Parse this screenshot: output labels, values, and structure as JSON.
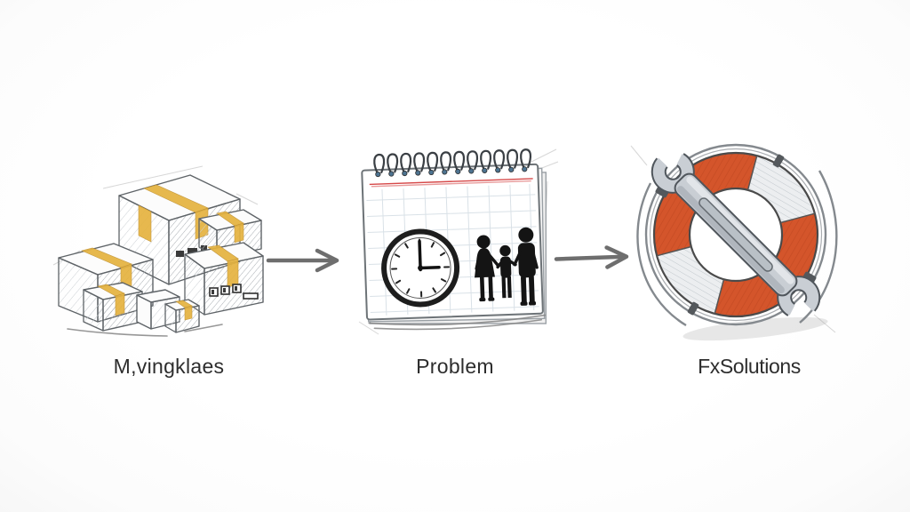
{
  "figure": {
    "steps": [
      {
        "label": "M,vingklaes",
        "illustration": "moving-boxes-sketch",
        "description": "pile of sketched cardboard boxes sealed with amber packing tape",
        "box_count": 7
      },
      {
        "label": "Problem",
        "illustration": "calendar-clock-family-sketch",
        "description": "spiral-bound calendar page with a clock and family silhouettes",
        "clock_time": "3:00",
        "spiral_ring_count": 12,
        "figure_count": 3
      },
      {
        "label": "FxSolutions",
        "illustration": "lifebuoy-wrench-sketch",
        "description": "orange and white life ring wrapped with rope, crossed by an open-end wrench"
      }
    ],
    "connectors": [
      {
        "type": "arrow",
        "direction": "right"
      },
      {
        "type": "arrow",
        "direction": "right"
      }
    ]
  },
  "colors": {
    "text": "#2d2d2d",
    "arrow": "#6e6e6e",
    "sketch_line": "#5f6468",
    "tape_yellow": "#e5b33f",
    "buoy_orange": "#d4552b",
    "buoy_white": "#eceef0",
    "calendar_red": "#d64949",
    "grid_blue": "#d3dce3",
    "wrench_gray": "#c9ced4",
    "rope_gray": "#84898e",
    "silhouette": "#141414"
  }
}
